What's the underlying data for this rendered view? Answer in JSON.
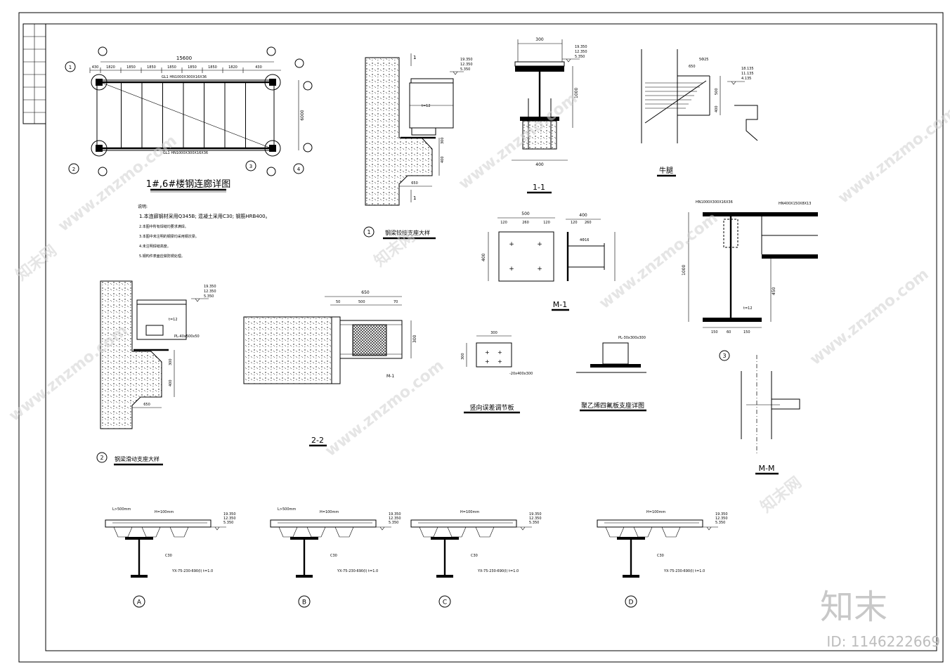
{
  "plan": {
    "title": "1#,6#楼钢连廊详图",
    "overall_dim": "15600",
    "bay_dims": [
      "430",
      "1820",
      "1850",
      "1850",
      "1850",
      "1850",
      "1850",
      "1820",
      "430"
    ],
    "right_dim": "6000",
    "top_beam": "GL1 HN1000X300X16X36",
    "bottom_beam": "GL1 HN1000X300X16X36",
    "ref_1": "1",
    "ref_2": "2",
    "ref_3": "3",
    "ref_4": "4"
  },
  "notes": {
    "head": "说明:",
    "lines": [
      "1.本连廊钢材采用Q345B; 混凝土采用C30; 钢筋HRB400。",
      "2.本图中所有焊缝均要求满焊。",
      "3.本图中未注明的钢梁均采用钢次梁。",
      "4.未注明焊缝高度。",
      "5.钢构件表面应做防锈处理。"
    ]
  },
  "detail1": {
    "num": "1",
    "title": "钢梁铰接支座大样",
    "sec": "1",
    "elev": [
      "19.350",
      "12.350",
      "5.350"
    ],
    "d_650": "650",
    "d_300": "300",
    "d_400": "400",
    "t12": "t=12"
  },
  "sec11": {
    "title": "1-1",
    "d_top": "300",
    "d_bot": "400",
    "d_1000": "1000",
    "elev": [
      "19.350",
      "12.350",
      "5.350"
    ]
  },
  "corbel": {
    "title": "牛腿",
    "d_650": "650",
    "d_500": "500",
    "d_400": "400",
    "elev": [
      "18.135",
      "11.135",
      "4.135"
    ],
    "note": "5Φ25"
  },
  "m1": {
    "title": "M-1",
    "w": "500",
    "dims": [
      "120",
      "260",
      "120"
    ],
    "h": "400",
    "side_w": "400",
    "side_dims": [
      "120",
      "260"
    ],
    "bolt": "4Φ16"
  },
  "det3": {
    "num": "3",
    "top_left": "HN1000X300X16X36",
    "top_right": "HN400X150X8X13",
    "h": "1000",
    "h2": "450",
    "t": "t=12",
    "dims": [
      "150",
      "60",
      "150"
    ]
  },
  "detail2": {
    "num": "2",
    "title": "钢梁滑动支座大样",
    "elev": [
      "19.350",
      "12.350",
      "5.350"
    ],
    "d_650": "650",
    "d_300": "300",
    "d_400": "400",
    "t12": "t=12",
    "pl": "PL-40x500x50"
  },
  "sec22": {
    "title": "2-2",
    "d_650": "650",
    "dims": [
      "50",
      "500",
      "70"
    ],
    "h": "300",
    "m1": "M-1"
  },
  "vplate": {
    "title": "竖向误差调节板",
    "w": "300",
    "h": "300",
    "note": "-20x400x300"
  },
  "ptfe": {
    "title": "聚乙烯四氟板支座详图",
    "note": "PL-30x300x300"
  },
  "mm": {
    "title": "M-M"
  },
  "slabs": [
    {
      "label": "A",
      "note1": "L>500mm",
      "note2": "H=100mm",
      "spec": "YX-75-230-690(I) t=1.0",
      "c": "C30",
      "elev": [
        "19.350",
        "12.350",
        "5.350"
      ]
    },
    {
      "label": "B",
      "note1": "L>500mm",
      "note2": "H=100mm",
      "spec": "YX-75-230-690(I) t=1.0",
      "c": "C30",
      "elev": [
        "19.350",
        "12.350",
        "5.350"
      ]
    },
    {
      "label": "C",
      "note1": "",
      "note2": "H=100mm",
      "spec": "YX-75-230-690(I) t=1.0",
      "c": "C30",
      "elev": [
        "19.350",
        "12.350",
        "5.350"
      ]
    },
    {
      "label": "D",
      "note1": "",
      "note2": "H=100mm",
      "spec": "YX-75-230-690(I) t=1.0",
      "c": "C30",
      "elev": [
        "19.350",
        "12.350",
        "5.350"
      ]
    }
  ],
  "watermark": {
    "site": "www.znzmo.com",
    "brand": "知末网",
    "logo": "知末",
    "id": "ID: 1146222669"
  }
}
